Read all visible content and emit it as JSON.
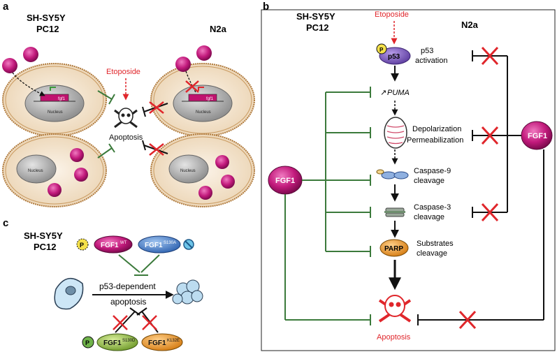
{
  "panels": {
    "a": {
      "letter": "a",
      "left_cells": "SH-SY5Y",
      "left_cells2": "PC12",
      "right_cells": "N2a",
      "stimulus": "Etoposide",
      "outcome": "Apoptosis",
      "nucleus": "Nucleus",
      "gene": "fgf1"
    },
    "b": {
      "letter": "b",
      "left_cells": "SH-SY5Y",
      "left_cells2": "PC12",
      "right_cells": "N2a",
      "stimulus": "Etoposide",
      "phospho": "P",
      "p53": "p53",
      "p53_activation_1": "p53",
      "p53_activation_2": "activation",
      "puma": "PUMA",
      "puma_arrow": "↗",
      "depol_1": "Depolarization",
      "depol_2": "Permeabilization",
      "casp9_1": "Caspase-9",
      "casp9_2": "cleavage",
      "casp3_1": "Caspase-3",
      "casp3_2": "cleavage",
      "parp": "PARP",
      "substrates_1": "Substrates",
      "substrates_2": "cleavage",
      "fgf1_left": "FGF1",
      "fgf1_right": "FGF1",
      "outcome": "Apoptosis"
    },
    "c": {
      "letter": "c",
      "left_cells": "SH-SY5Y",
      "left_cells2": "PC12",
      "p_label": "P",
      "fgf1_wt": "FGF1",
      "fgf1_wt_sup": "WT",
      "fgf1_s130a": "FGF1",
      "fgf1_s130a_sup": "S130A",
      "pathway_1": "p53-dependent",
      "pathway_2": "apoptosis",
      "fgf1_s130d": "FGF1",
      "fgf1_s130d_sup": "S130D",
      "fgf1_k132e": "FGF1",
      "fgf1_k132e_sup": "K132E"
    }
  },
  "colors": {
    "inhibit_green": "#3b7a3b",
    "etoposide_red": "#e0262b",
    "fgf1_magenta": "#b0156e",
    "cell_fill": "#f0d8b6",
    "cell_border": "#b07a3c",
    "nucleus": "#a0a0a0"
  }
}
